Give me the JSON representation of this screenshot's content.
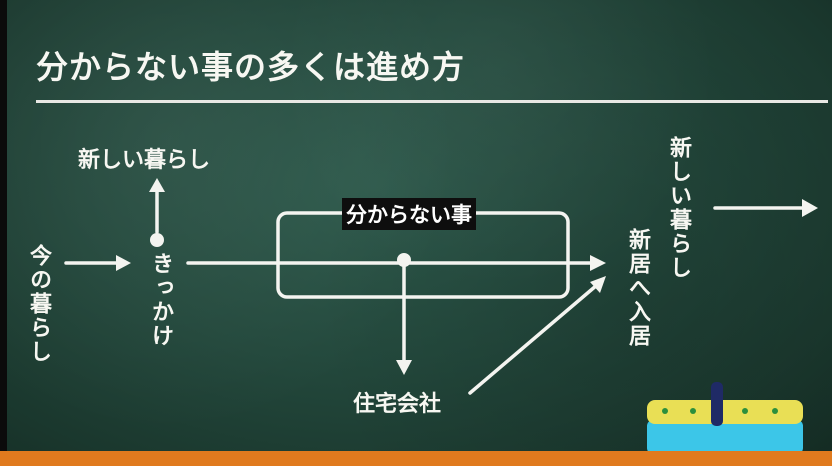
{
  "title": "分からない事の多くは進め方",
  "labels": {
    "current_life": "今の暮らし",
    "new_life_top": "新しい暮らし",
    "trigger": "きっかけ",
    "unknown_box": "分からない事",
    "housing_company": "住宅会社",
    "move_in": "新居へ入居",
    "new_life_right": "新しい暮らし"
  },
  "colors": {
    "board": "#23483c",
    "chalk": "#f4f4f0",
    "bottom_strip": "#e07a1e"
  }
}
